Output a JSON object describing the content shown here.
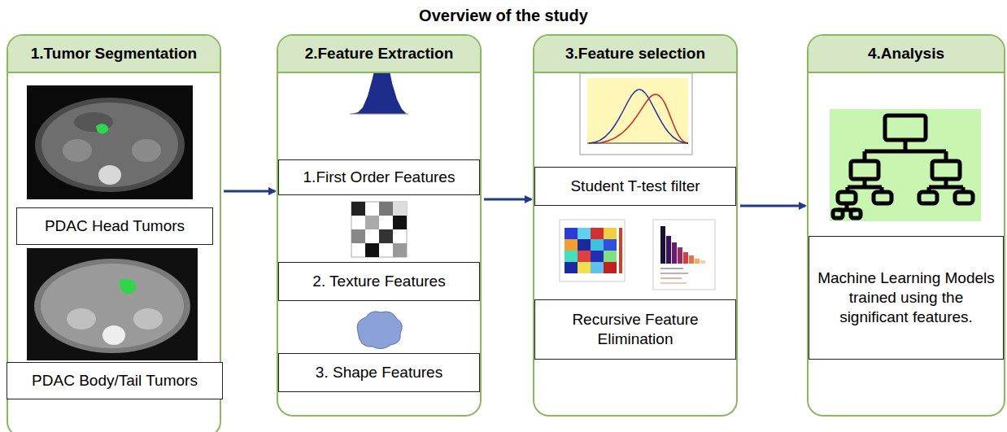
{
  "diagram": {
    "title": "Overview of the study",
    "nodes": [
      {
        "text": [
          "1.Tumor Segmentation"
        ]
      },
      {
        "text": [
          "PDAC Head Tumors"
        ],
        "in": 0
      },
      {
        "text": [
          "PDAC Body/Tail Tumors"
        ],
        "in": 0
      },
      {
        "text": [
          "2.Feature Extraction"
        ]
      },
      {
        "text": [
          "1.First Order Features"
        ],
        "in": 3
      },
      {
        "text": [
          "2. Texture Features"
        ],
        "in": 3
      },
      {
        "text": [
          "3. Shape Features"
        ],
        "in": 3
      },
      {
        "text": [
          "3.Feature selection"
        ]
      },
      {
        "text": [
          "Student T-test filter"
        ],
        "in": 7
      },
      {
        "text": [
          "Recursive Feature Elimination"
        ],
        "in": 7
      },
      {
        "text": [
          "4.Analysis"
        ]
      },
      {
        "text": [
          "Machine Learning Models trained using the significant features."
        ],
        "in": 10
      }
    ],
    "edges": [
      {
        "from": 0,
        "to": 3,
        "arrow": "to"
      },
      {
        "from": 3,
        "to": 7,
        "arrow": "to"
      },
      {
        "from": 7,
        "to": 10,
        "arrow": "to"
      }
    ]
  }
}
